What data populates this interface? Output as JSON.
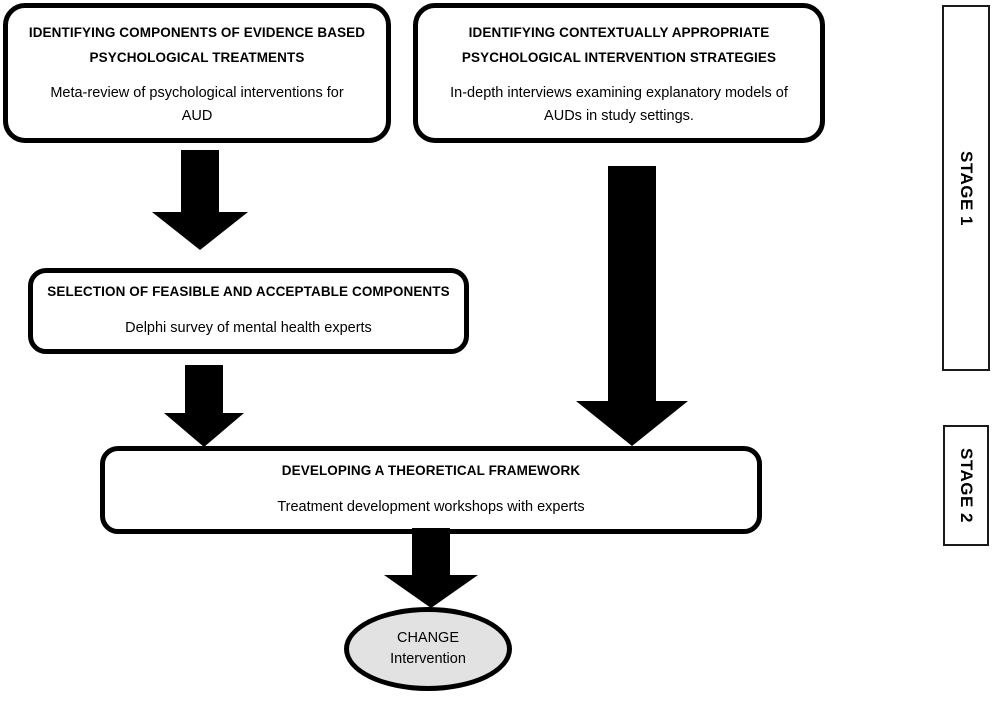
{
  "figure": {
    "type": "flowchart",
    "orientation": "top-to-bottom",
    "background_color": "#ffffff",
    "line_color": "#000000",
    "outcome_fill_color": "#e2e2e2"
  },
  "nodes": {
    "meta_review": {
      "title": "IDENTIFYING COMPONENTS OF EVIDENCE BASED PSYCHOLOGICAL TREATMENTS",
      "title_line1": "IDENTIFYING COMPONENTS OF EVIDENCE BASED",
      "title_line2": "PSYCHOLOGICAL TREATMENTS",
      "subtitle": "Meta-review of psychological interventions for AUD",
      "subtitle_line1": "Meta-review of psychological interventions for",
      "subtitle_line2": "AUD"
    },
    "interviews": {
      "title": "IDENTIFYING CONTEXTUALLY APPROPRIATE PSYCHOLOGICAL INTERVENTION STRATEGIES",
      "title_line1": "IDENTIFYING CONTEXTUALLY APPROPRIATE",
      "title_line2": "PSYCHOLOGICAL INTERVENTION STRATEGIES",
      "subtitle": "In-depth interviews examining explanatory models of AUDs in study settings.",
      "subtitle_line1": "In-depth interviews examining explanatory models of",
      "subtitle_line2": "AUDs in study settings."
    },
    "delphi": {
      "title": "SELECTION OF FEASIBLE AND ACCEPTABLE COMPONENTS",
      "subtitle": "Delphi survey of mental health experts"
    },
    "framework": {
      "title": "DEVELOPING A THEORETICAL FRAMEWORK",
      "subtitle": "Treatment development workshops with experts"
    },
    "outcome": {
      "line1": "CHANGE",
      "line2": "Intervention"
    }
  },
  "stages": [
    {
      "label": "STAGE 1"
    },
    {
      "label": "STAGE 2"
    }
  ],
  "arrows": [
    {
      "name": "meta-review-to-delphi",
      "from": "meta_review",
      "to": "delphi"
    },
    {
      "name": "interviews-to-framework",
      "from": "interviews",
      "to": "framework"
    },
    {
      "name": "delphi-to-framework",
      "from": "delphi",
      "to": "framework"
    },
    {
      "name": "framework-to-outcome",
      "from": "framework",
      "to": "outcome"
    }
  ]
}
